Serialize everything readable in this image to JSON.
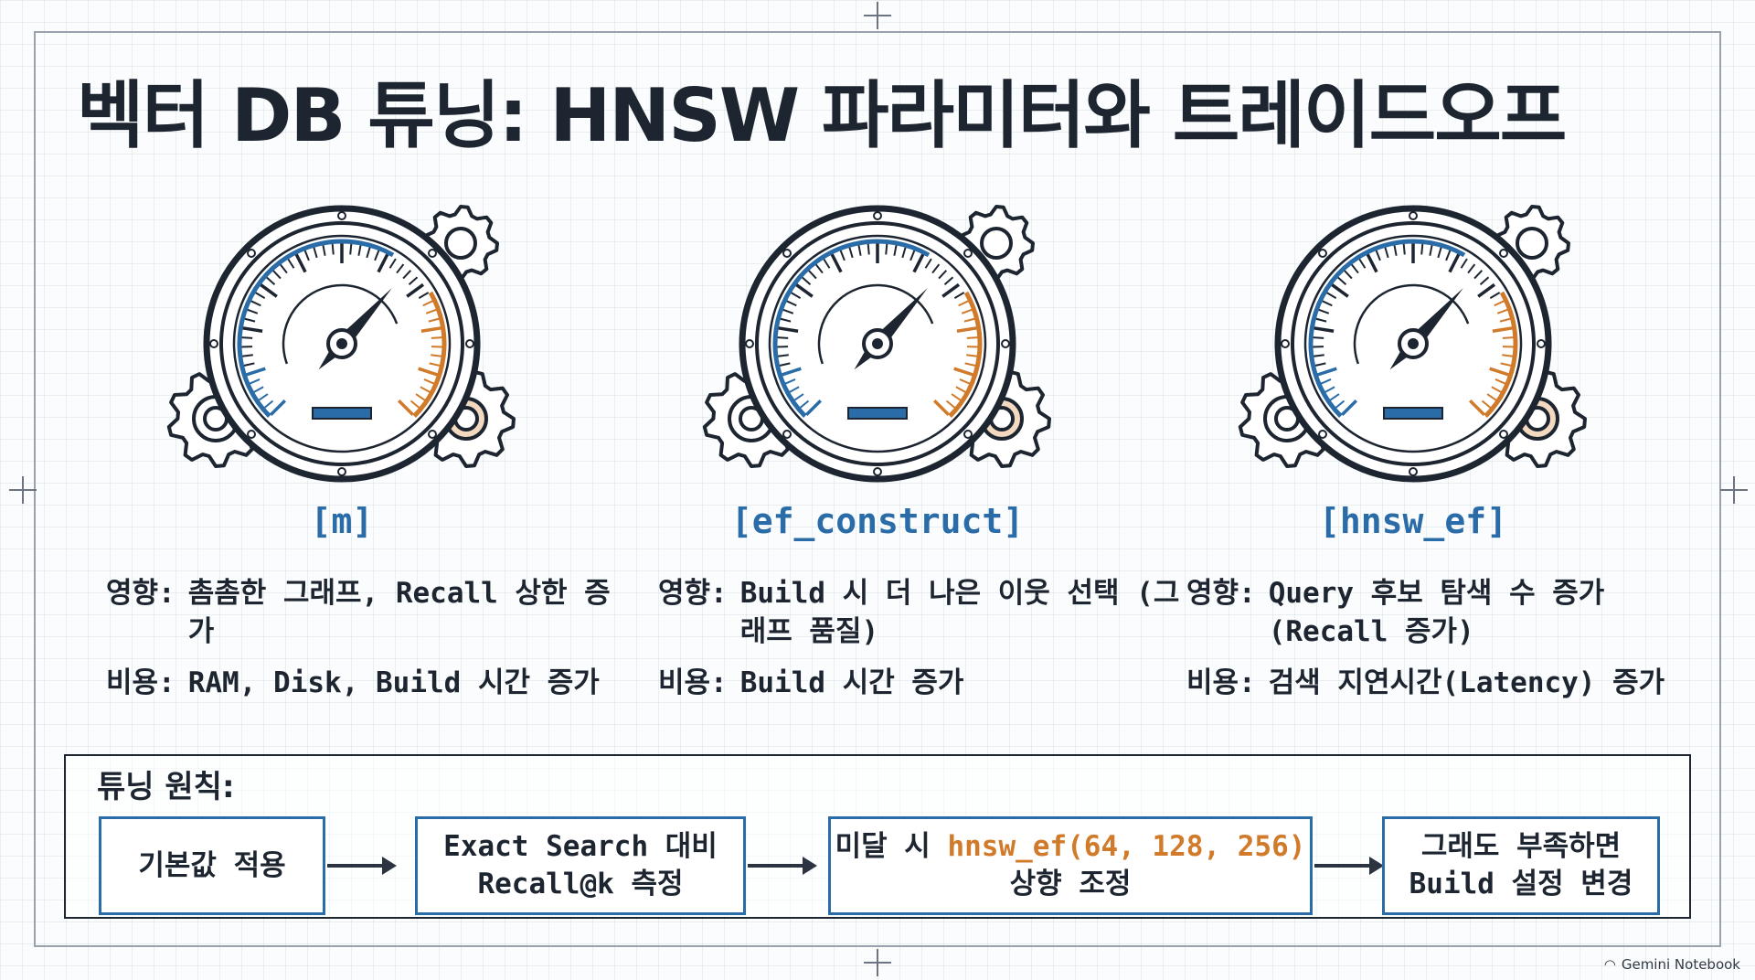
{
  "title": "벡터 DB 튜닝: HNSW 파라미터와 트레이드오프",
  "colors": {
    "accent_blue": "#2a6ca8",
    "accent_orange": "#d07a2a",
    "ink": "#1d2530"
  },
  "gauges": [
    {
      "label": "[m]",
      "effect_key": "영향:",
      "effect_value": "촘촘한 그래프, Recall 상한 증가",
      "cost_key": "비용:",
      "cost_value": "RAM, Disk, Build 시간 증가"
    },
    {
      "label": "[ef_construct]",
      "effect_key": "영향:",
      "effect_value": "Build 시 더 나은 이웃 선택 (그래프 품질)",
      "cost_key": "비용:",
      "cost_value": "Build 시간 증가"
    },
    {
      "label": "[hnsw_ef]",
      "effect_key": "영향:",
      "effect_value": "Query 후보 탐색 수 증가 (Recall 증가)",
      "cost_key": "비용:",
      "cost_value": "검색 지연시간(Latency) 증가"
    }
  ],
  "principle": {
    "title": "튜닝 원칙:",
    "steps": [
      {
        "line1": "기본값 적용",
        "line2": ""
      },
      {
        "line1": "Exact Search 대비",
        "line2": "Recall@k 측정"
      },
      {
        "line1_prefix": "미달 시 ",
        "line1_highlight": "hnsw_ef(64, 128, 256)",
        "line2": "상향 조정"
      },
      {
        "line1": "그래도 부족하면",
        "line2": "Build 설정 변경"
      }
    ]
  },
  "watermark": "Gemini Notebook"
}
